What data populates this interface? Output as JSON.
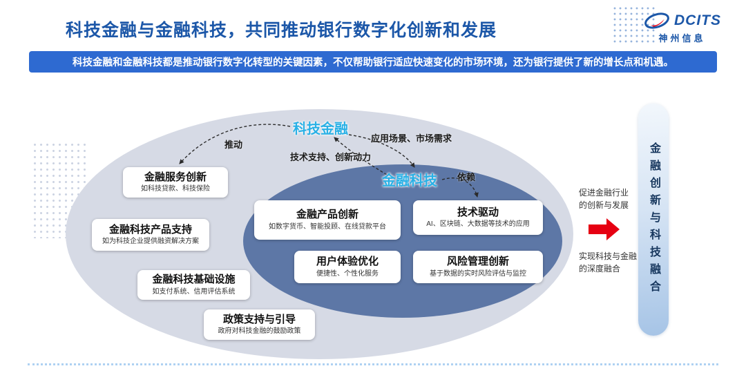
{
  "colors": {
    "title_blue": "#1c57a8",
    "banner_blue": "#2e6ad1",
    "accent_cyan": "#29b0e5",
    "outer_ellipse_fill": "#d6dae5",
    "inner_ellipse_fill": "#5d77a6",
    "arrow_red": "#e60012",
    "capsule_text_blue": "#17375e"
  },
  "header": {
    "title": "科技金融与金融科技，共同推动银行数字化创新和发展",
    "logo": {
      "brand": "DCITS",
      "company": "神州信息"
    }
  },
  "banner": {
    "text": "科技金融和金融科技都是推动银行数字化转型的关键因素，不仅帮助银行适应快速变化的市场环境，还为银行提供了新的增长点和机遇。"
  },
  "diagram": {
    "tech_finance_label": "科技金融",
    "fintech_label": "金融科技",
    "arrow_labels": {
      "promote": "推动",
      "application": "应用场景、市场需求",
      "support": "技术支持、创新动力",
      "depend": "依赖"
    },
    "outer_boxes": [
      {
        "title": "金融服务创新",
        "subtitle": "如科技贷款、科技保险"
      },
      {
        "title": "金融科技产品支持",
        "subtitle": "如为科技企业提供融资解决方案"
      },
      {
        "title": "金融科技基础设施",
        "subtitle": "如支付系统、信用评估系统"
      },
      {
        "title": "政策支持与引导",
        "subtitle": "政府对科技金融的鼓励政策"
      }
    ],
    "inner_boxes": [
      {
        "title": "金融产品创新",
        "subtitle": "如数字货币、智能投顾、在线贷款平台"
      },
      {
        "title": "技术驱动",
        "subtitle": "AI、区块链、大数据等技术的应用"
      },
      {
        "title": "用户体验优化",
        "subtitle": "便捷性、个性化服务"
      },
      {
        "title": "风险管理创新",
        "subtitle": "基于数据的实时风险评估与监控"
      }
    ]
  },
  "right_panel": {
    "top_text": "促进金融行业的创新与发展",
    "bottom_text": "实现科技与金融的深度融合",
    "capsule_text": "金融创新与科技融合"
  }
}
